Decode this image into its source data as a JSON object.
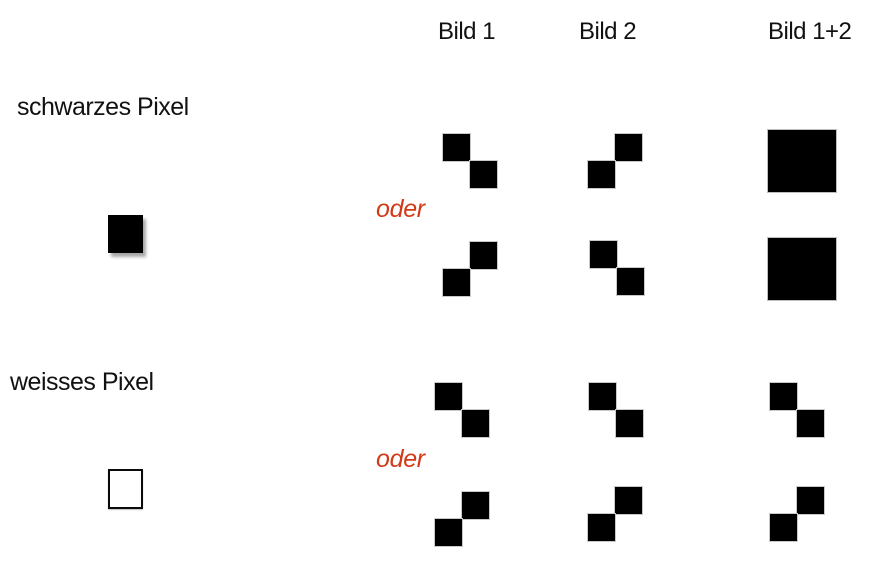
{
  "columns": {
    "bild1": "Bild 1",
    "bild2": "Bild 2",
    "bild12": "Bild 1+2"
  },
  "groups": [
    {
      "label": "schwarzes Pixel",
      "example": "black-filled-square",
      "or_label": "oder",
      "options": [
        {
          "bild1": [
            [
              1,
              0
            ],
            [
              0,
              1
            ]
          ],
          "bild2": [
            [
              0,
              1
            ],
            [
              1,
              0
            ]
          ],
          "overlay": [
            [
              1,
              1
            ],
            [
              1,
              1
            ]
          ]
        },
        {
          "bild1": [
            [
              0,
              1
            ],
            [
              1,
              0
            ]
          ],
          "bild2": [
            [
              1,
              0
            ],
            [
              0,
              1
            ]
          ],
          "overlay": [
            [
              1,
              1
            ],
            [
              1,
              1
            ]
          ]
        }
      ]
    },
    {
      "label": "weisses Pixel",
      "example": "white-outlined-square",
      "or_label": "oder",
      "options": [
        {
          "bild1": [
            [
              1,
              0
            ],
            [
              0,
              1
            ]
          ],
          "bild2": [
            [
              1,
              0
            ],
            [
              0,
              1
            ]
          ],
          "overlay": [
            [
              1,
              0
            ],
            [
              0,
              1
            ]
          ]
        },
        {
          "bild1": [
            [
              0,
              1
            ],
            [
              1,
              0
            ]
          ],
          "bild2": [
            [
              0,
              1
            ],
            [
              1,
              0
            ]
          ],
          "overlay": [
            [
              0,
              1
            ],
            [
              1,
              0
            ]
          ]
        }
      ]
    }
  ],
  "colors": {
    "pixel_black": "#000000",
    "or_red": "#d23a18",
    "text": "#111111",
    "cell_outline": "#c9c9c9",
    "background": "#ffffff"
  }
}
